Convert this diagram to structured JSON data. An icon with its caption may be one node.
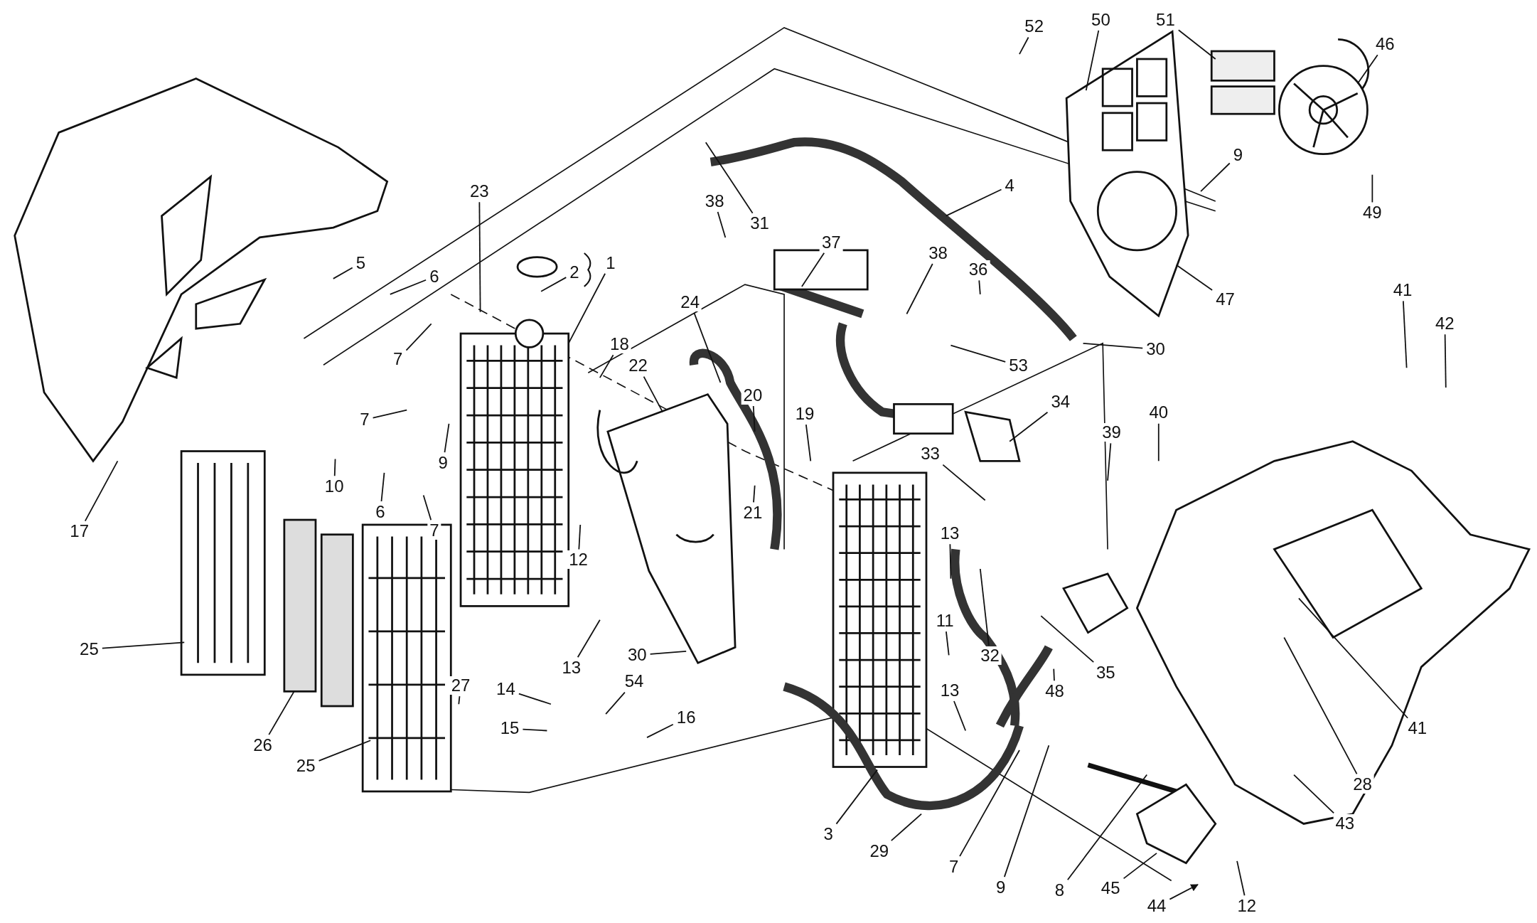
{
  "diagram": {
    "nodes": [
      {
        "text": [
          "17"
        ]
      },
      {
        "text": [
          "5"
        ]
      },
      {
        "text": [
          "6"
        ]
      },
      {
        "text": [
          "23"
        ]
      },
      {
        "text": [
          "2"
        ]
      },
      {
        "text": [
          "1"
        ]
      },
      {
        "text": [
          "7"
        ]
      },
      {
        "text": [
          "7"
        ]
      },
      {
        "text": [
          "9"
        ]
      },
      {
        "text": [
          "10"
        ]
      },
      {
        "text": [
          "6"
        ]
      },
      {
        "text": [
          "7"
        ]
      },
      {
        "text": [
          "12"
        ]
      },
      {
        "text": [
          "18"
        ]
      },
      {
        "text": [
          "22"
        ]
      },
      {
        "text": [
          "24"
        ]
      },
      {
        "text": [
          "20"
        ]
      },
      {
        "text": [
          "19"
        ]
      },
      {
        "text": [
          "21"
        ]
      },
      {
        "text": [
          "13"
        ]
      },
      {
        "text": [
          "30"
        ]
      },
      {
        "text": [
          "25"
        ]
      },
      {
        "text": [
          "26"
        ]
      },
      {
        "text": [
          "25"
        ]
      },
      {
        "text": [
          "27"
        ]
      },
      {
        "text": [
          "14"
        ]
      },
      {
        "text": [
          "15"
        ]
      },
      {
        "text": [
          "54"
        ]
      },
      {
        "text": [
          "16"
        ]
      },
      {
        "text": [
          "38"
        ]
      },
      {
        "text": [
          "31"
        ]
      },
      {
        "text": [
          "37"
        ]
      },
      {
        "text": [
          "38"
        ]
      },
      {
        "text": [
          "36"
        ]
      },
      {
        "text": [
          "53"
        ]
      },
      {
        "text": [
          "4"
        ]
      },
      {
        "text": [
          "30"
        ]
      },
      {
        "text": [
          "34"
        ]
      },
      {
        "text": [
          "33"
        ]
      },
      {
        "text": [
          "13"
        ]
      },
      {
        "text": [
          "11"
        ]
      },
      {
        "text": [
          "13"
        ]
      },
      {
        "text": [
          "32"
        ]
      },
      {
        "text": [
          "35"
        ]
      },
      {
        "text": [
          "48"
        ]
      },
      {
        "text": [
          "3"
        ]
      },
      {
        "text": [
          "29"
        ]
      },
      {
        "text": [
          "7"
        ]
      },
      {
        "text": [
          "9"
        ]
      },
      {
        "text": [
          "8"
        ]
      },
      {
        "text": [
          "45"
        ]
      },
      {
        "text": [
          "44"
        ]
      },
      {
        "text": [
          "12"
        ]
      },
      {
        "text": [
          "43"
        ]
      },
      {
        "text": [
          "28"
        ]
      },
      {
        "text": [
          "41"
        ]
      },
      {
        "text": [
          "41"
        ]
      },
      {
        "text": [
          "42"
        ]
      },
      {
        "text": [
          "39"
        ]
      },
      {
        "text": [
          "40"
        ]
      },
      {
        "text": [
          "52"
        ]
      },
      {
        "text": [
          "50"
        ]
      },
      {
        "text": [
          "51"
        ]
      },
      {
        "text": [
          "46"
        ]
      },
      {
        "text": [
          "9"
        ]
      },
      {
        "text": [
          "49"
        ]
      },
      {
        "text": [
          "47"
        ]
      }
    ],
    "edges": [
      {
        "from": 0,
        "to": null,
        "arrow": "none"
      },
      {
        "from": 1,
        "to": null,
        "arrow": "none"
      },
      {
        "from": 2,
        "to": null,
        "arrow": "none"
      },
      {
        "from": 3,
        "to": null,
        "arrow": "none"
      },
      {
        "from": 4,
        "to": null,
        "arrow": "none"
      },
      {
        "from": 5,
        "to": null,
        "arrow": "none"
      },
      {
        "from": 6,
        "to": null,
        "arrow": "none"
      },
      {
        "from": 7,
        "to": null,
        "arrow": "none"
      },
      {
        "from": 8,
        "to": null,
        "arrow": "none"
      },
      {
        "from": 9,
        "to": null,
        "arrow": "none"
      },
      {
        "from": 10,
        "to": null,
        "arrow": "none"
      },
      {
        "from": 11,
        "to": null,
        "arrow": "none"
      },
      {
        "from": 12,
        "to": null,
        "arrow": "none"
      },
      {
        "from": 13,
        "to": null,
        "arrow": "none"
      },
      {
        "from": 14,
        "to": null,
        "arrow": "none"
      },
      {
        "from": 15,
        "to": null,
        "arrow": "none"
      },
      {
        "from": 16,
        "to": null,
        "arrow": "none"
      },
      {
        "from": 17,
        "to": null,
        "arrow": "none"
      },
      {
        "from": 18,
        "to": null,
        "arrow": "none"
      },
      {
        "from": 19,
        "to": null,
        "arrow": "none"
      },
      {
        "from": 20,
        "to": null,
        "arrow": "none"
      },
      {
        "from": 21,
        "to": null,
        "arrow": "none"
      },
      {
        "from": 22,
        "to": null,
        "arrow": "none"
      },
      {
        "from": 23,
        "to": null,
        "arrow": "none"
      },
      {
        "from": 24,
        "to": null,
        "arrow": "none"
      },
      {
        "from": 25,
        "to": null,
        "arrow": "none"
      },
      {
        "from": 26,
        "to": null,
        "arrow": "none"
      },
      {
        "from": 27,
        "to": null,
        "arrow": "none"
      },
      {
        "from": 28,
        "to": null,
        "arrow": "none"
      },
      {
        "from": 29,
        "to": null,
        "arrow": "none"
      },
      {
        "from": 30,
        "to": null,
        "arrow": "none"
      },
      {
        "from": 31,
        "to": null,
        "arrow": "none"
      },
      {
        "from": 32,
        "to": null,
        "arrow": "none"
      },
      {
        "from": 33,
        "to": null,
        "arrow": "none"
      },
      {
        "from": 34,
        "to": null,
        "arrow": "none"
      },
      {
        "from": 35,
        "to": null,
        "arrow": "none"
      },
      {
        "from": 36,
        "to": null,
        "arrow": "none"
      },
      {
        "from": 37,
        "to": null,
        "arrow": "none"
      },
      {
        "from": 38,
        "to": null,
        "arrow": "none"
      },
      {
        "from": 39,
        "to": null,
        "arrow": "none"
      },
      {
        "from": 40,
        "to": null,
        "arrow": "none"
      },
      {
        "from": 41,
        "to": null,
        "arrow": "none"
      },
      {
        "from": 42,
        "to": null,
        "arrow": "none"
      },
      {
        "from": 43,
        "to": null,
        "arrow": "none"
      },
      {
        "from": 44,
        "to": null,
        "arrow": "none"
      },
      {
        "from": 45,
        "to": null,
        "arrow": "none"
      },
      {
        "from": 46,
        "to": null,
        "arrow": "none"
      },
      {
        "from": 47,
        "to": null,
        "arrow": "none"
      },
      {
        "from": 48,
        "to": null,
        "arrow": "none"
      },
      {
        "from": 49,
        "to": null,
        "arrow": "none"
      },
      {
        "from": 50,
        "to": null,
        "arrow": "none"
      },
      {
        "from": 51,
        "to": null,
        "arrow": "to"
      },
      {
        "from": 52,
        "to": null,
        "arrow": "none"
      },
      {
        "from": 53,
        "to": null,
        "arrow": "none"
      },
      {
        "from": 54,
        "to": null,
        "arrow": "none"
      },
      {
        "from": 55,
        "to": null,
        "arrow": "none"
      },
      {
        "from": 56,
        "to": null,
        "arrow": "none"
      },
      {
        "from": 57,
        "to": null,
        "arrow": "none"
      },
      {
        "from": 58,
        "to": null,
        "arrow": "none"
      },
      {
        "from": 59,
        "to": null,
        "arrow": "none"
      },
      {
        "from": 60,
        "to": null,
        "arrow": "none"
      },
      {
        "from": 61,
        "to": null,
        "arrow": "none"
      },
      {
        "from": 62,
        "to": null,
        "arrow": "none"
      },
      {
        "from": 63,
        "to": null,
        "arrow": "none"
      },
      {
        "from": 64,
        "to": null,
        "arrow": "none"
      },
      {
        "from": 65,
        "to": null,
        "arrow": "none"
      },
      {
        "from": 66,
        "to": null,
        "arrow": "none"
      }
    ]
  }
}
